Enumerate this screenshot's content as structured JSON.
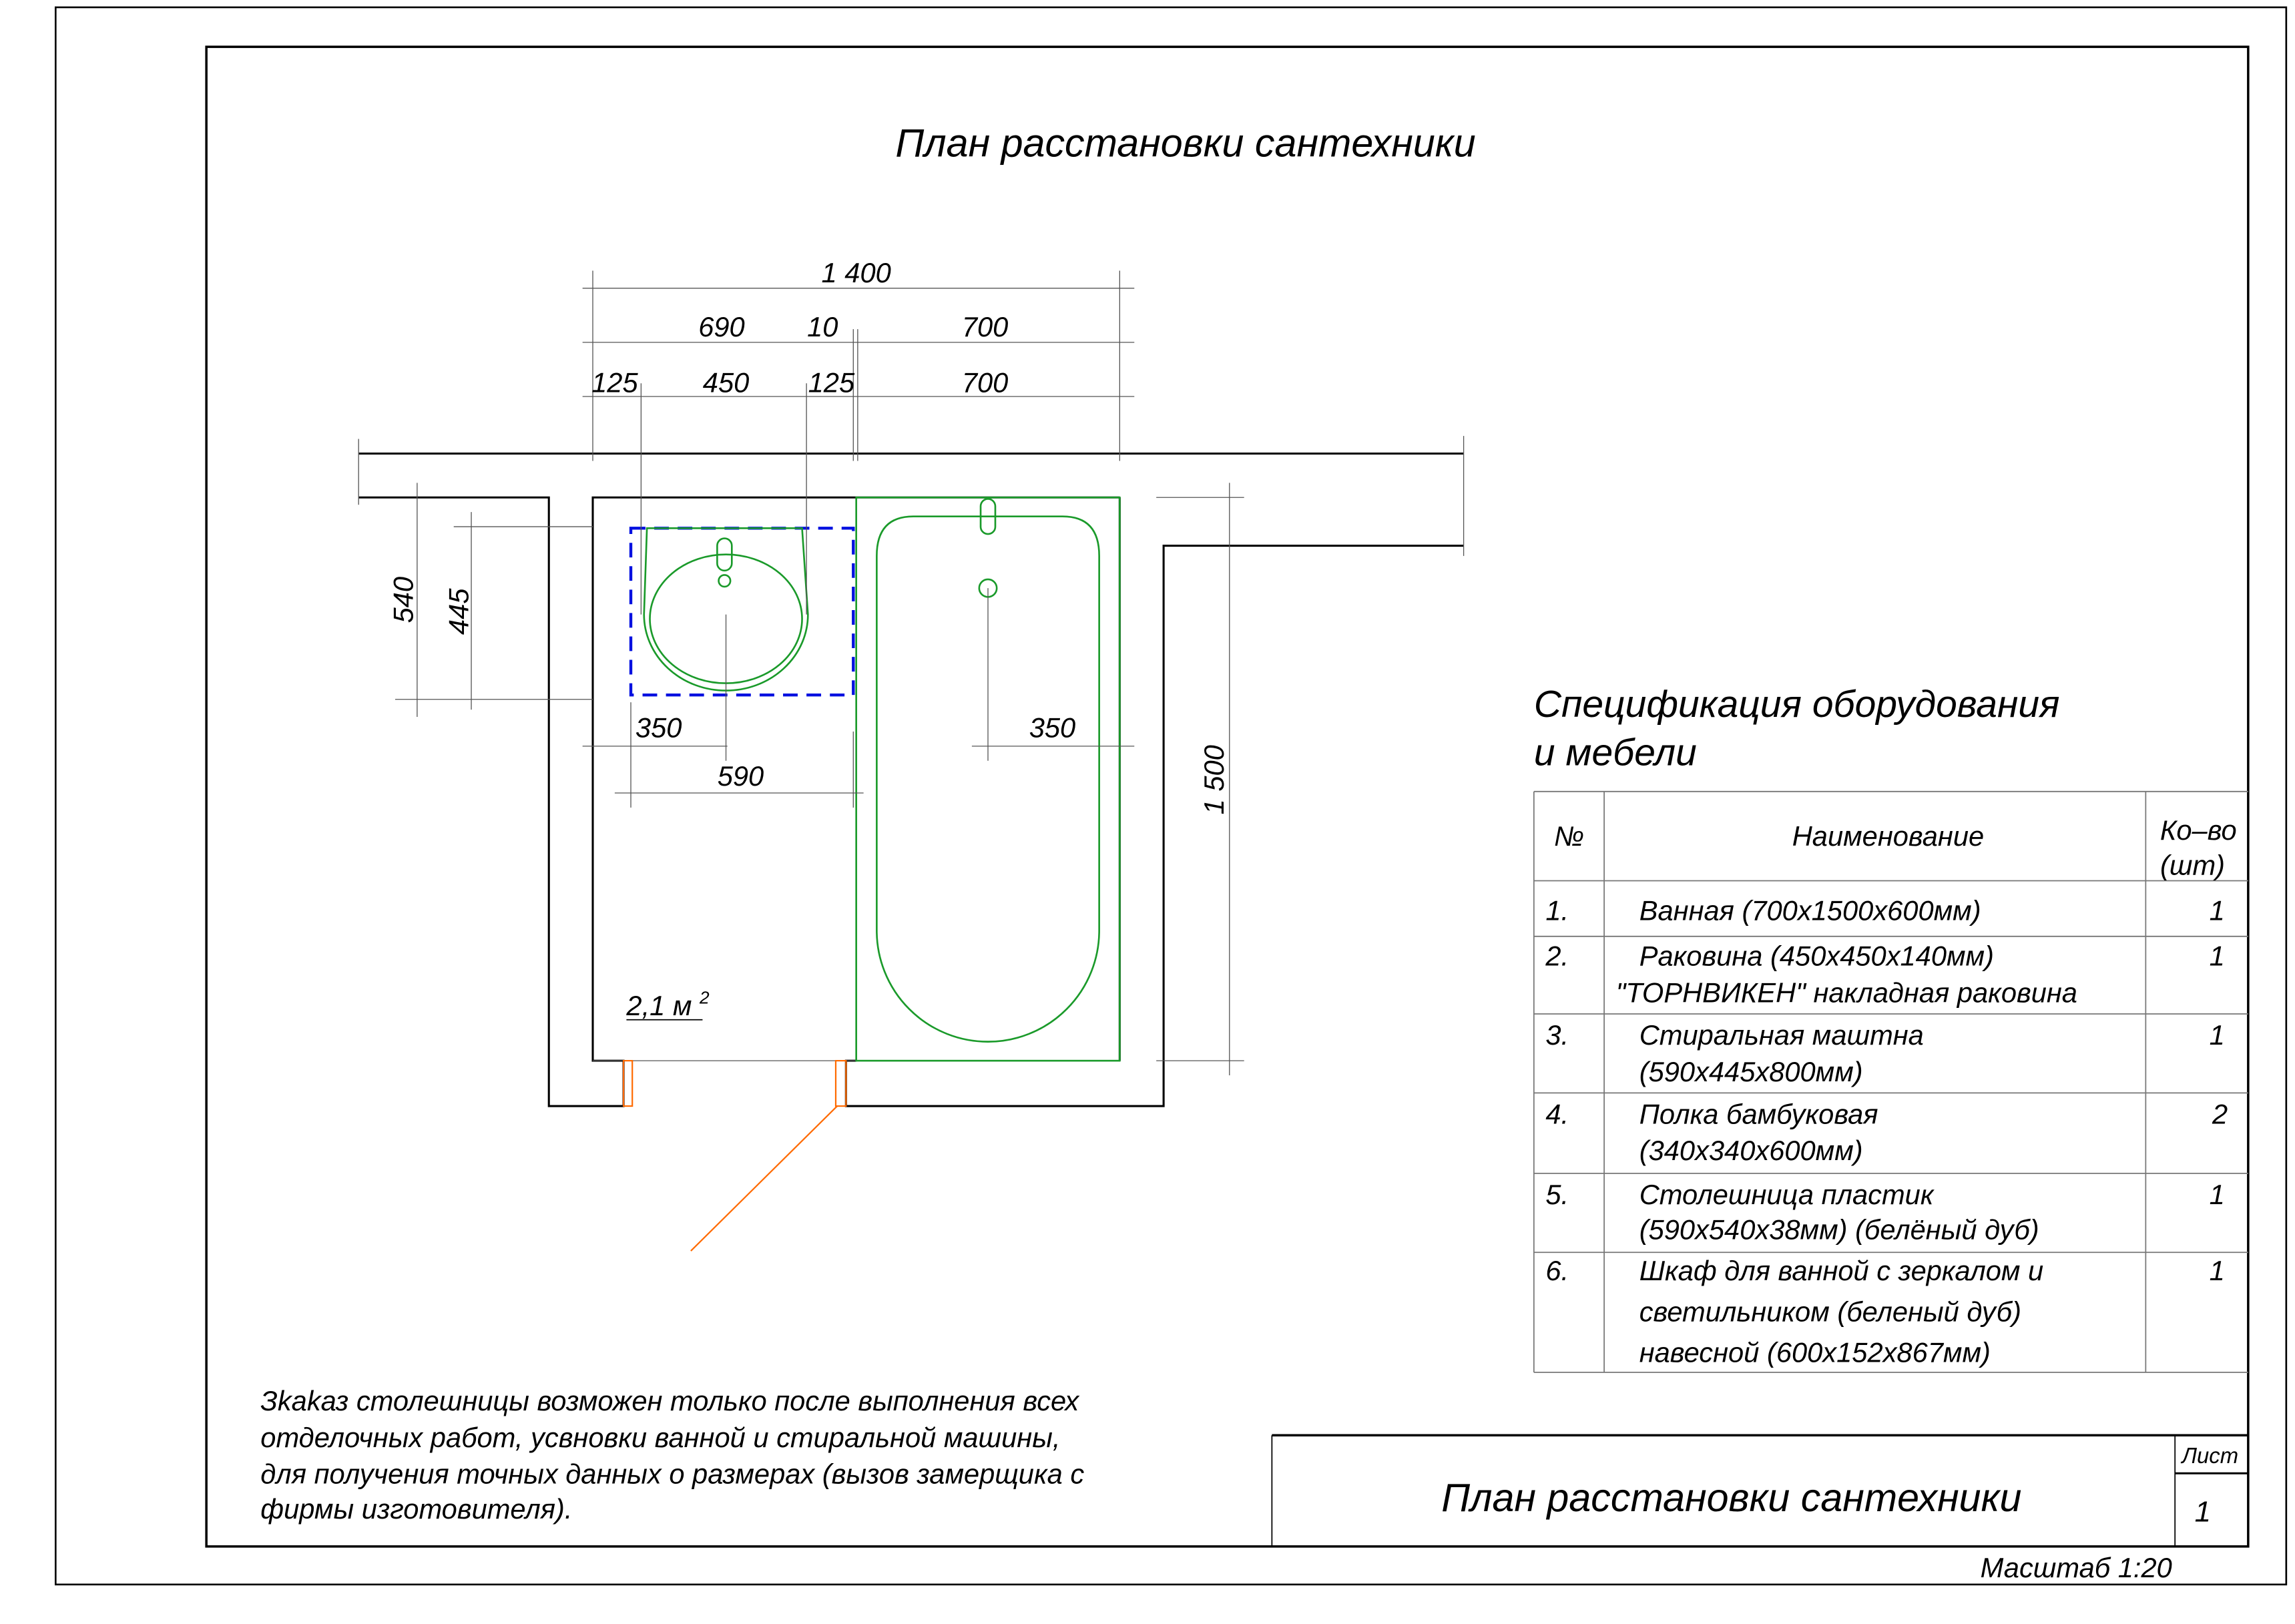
{
  "title": "План расстановки сантехники",
  "dimensions": {
    "total_width": "1 400",
    "row2": [
      "690",
      "10",
      "700"
    ],
    "row3": [
      "125",
      "450",
      "125",
      "700"
    ],
    "left_540": "540",
    "left_445": "445",
    "sink_350": "350",
    "washer_590": "590",
    "bath_350": "350",
    "bath_1500": "1 500"
  },
  "area": {
    "value": "2,1 м",
    "sup": "2"
  },
  "spec": {
    "title_line1": "Спецификация оборудования",
    "title_line2": "и мебели",
    "headers": {
      "num": "№",
      "name": "Наименование",
      "qty1": "Ко–во",
      "qty2": "(шт)"
    },
    "rows": [
      {
        "num": "1.",
        "lines": [
          "Ванная (700х1500х600мм)"
        ],
        "qty": "1"
      },
      {
        "num": "2.",
        "lines": [
          "Раковина (450х450х140мм)",
          "\"ТОРНВИКЕН\" накладная раковина"
        ],
        "qty": "1"
      },
      {
        "num": "3.",
        "lines": [
          "Стиральная маштна",
          "(590х445х800мм)"
        ],
        "qty": "1"
      },
      {
        "num": "4.",
        "lines": [
          "Полка бамбуковая",
          "(340х340х600мм)"
        ],
        "qty": "2"
      },
      {
        "num": "5.",
        "lines": [
          "Столешница пластик",
          "(590х540х38мм) (белёный дуб)"
        ],
        "qty": "1"
      },
      {
        "num": "6.",
        "lines": [
          "Шкаф для ванной с зеркалом и",
          "светильником (беленый дуб)",
          "навесной (600х152х867мм)"
        ],
        "qty": "1"
      }
    ]
  },
  "note": [
    "Зkаkаз столешницы возможен только после выполнения всех",
    "отделочных работ, усвновки ванной и стиральной машины,",
    "для получения точных данных о размерах (вызов замерщика с",
    "фирмы изготовителя)."
  ],
  "title_block": {
    "title": "План расстановки сантехники",
    "sheet_label": "Лист",
    "sheet_number": "1",
    "scale": "Масштаб 1:20"
  },
  "colors": {
    "fixtures": "#1a9a2a",
    "washer": "#0010e0",
    "door": "#ff6a00"
  }
}
